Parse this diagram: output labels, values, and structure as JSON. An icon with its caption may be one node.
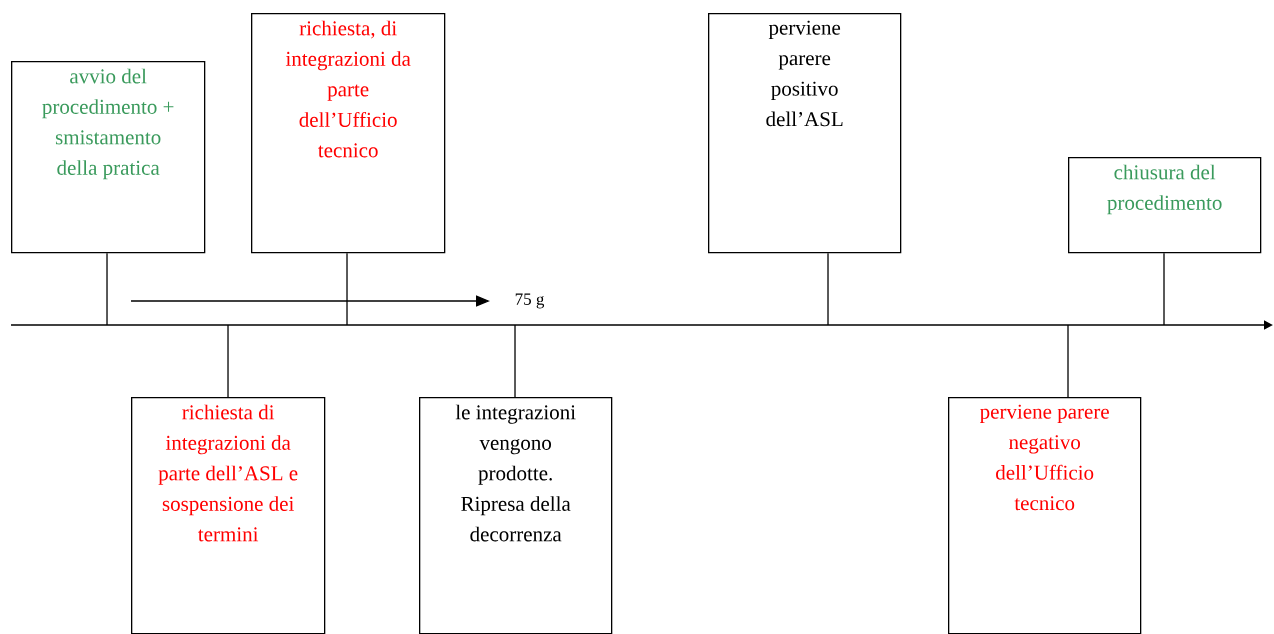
{
  "diagram": {
    "nodes": [
      {
        "text": [
          "avvio del procedimento + smistamento della pratica"
        ]
      },
      {
        "text": [
          "richiesta di integrazioni da parte dell’ASL e sospensione dei termini"
        ]
      },
      {
        "text": [
          "richiesta, di integrazioni da parte dell’Ufficio tecnico"
        ]
      },
      {
        "text": [
          "le integrazioni vengono prodotte. Ripresa della decorrenza"
        ]
      },
      {
        "text": [
          "perviene parere positivo dell’ASL"
        ]
      },
      {
        "text": [
          "perviene parere negativo dell’Ufficio tecnico"
        ]
      },
      {
        "text": [
          "chiusura del procedimento"
        ]
      }
    ],
    "edges": [
      {
        "from": 0,
        "to": null,
        "arrow": "none"
      },
      {
        "from": 1,
        "to": null,
        "arrow": "none"
      },
      {
        "from": 2,
        "to": null,
        "arrow": "none"
      },
      {
        "from": 3,
        "to": null,
        "arrow": "none"
      },
      {
        "from": 4,
        "to": null,
        "arrow": "none"
      },
      {
        "from": 5,
        "to": null,
        "arrow": "none"
      },
      {
        "from": 6,
        "to": null,
        "arrow": "none"
      }
    ],
    "labels": [
      "75 g"
    ]
  }
}
